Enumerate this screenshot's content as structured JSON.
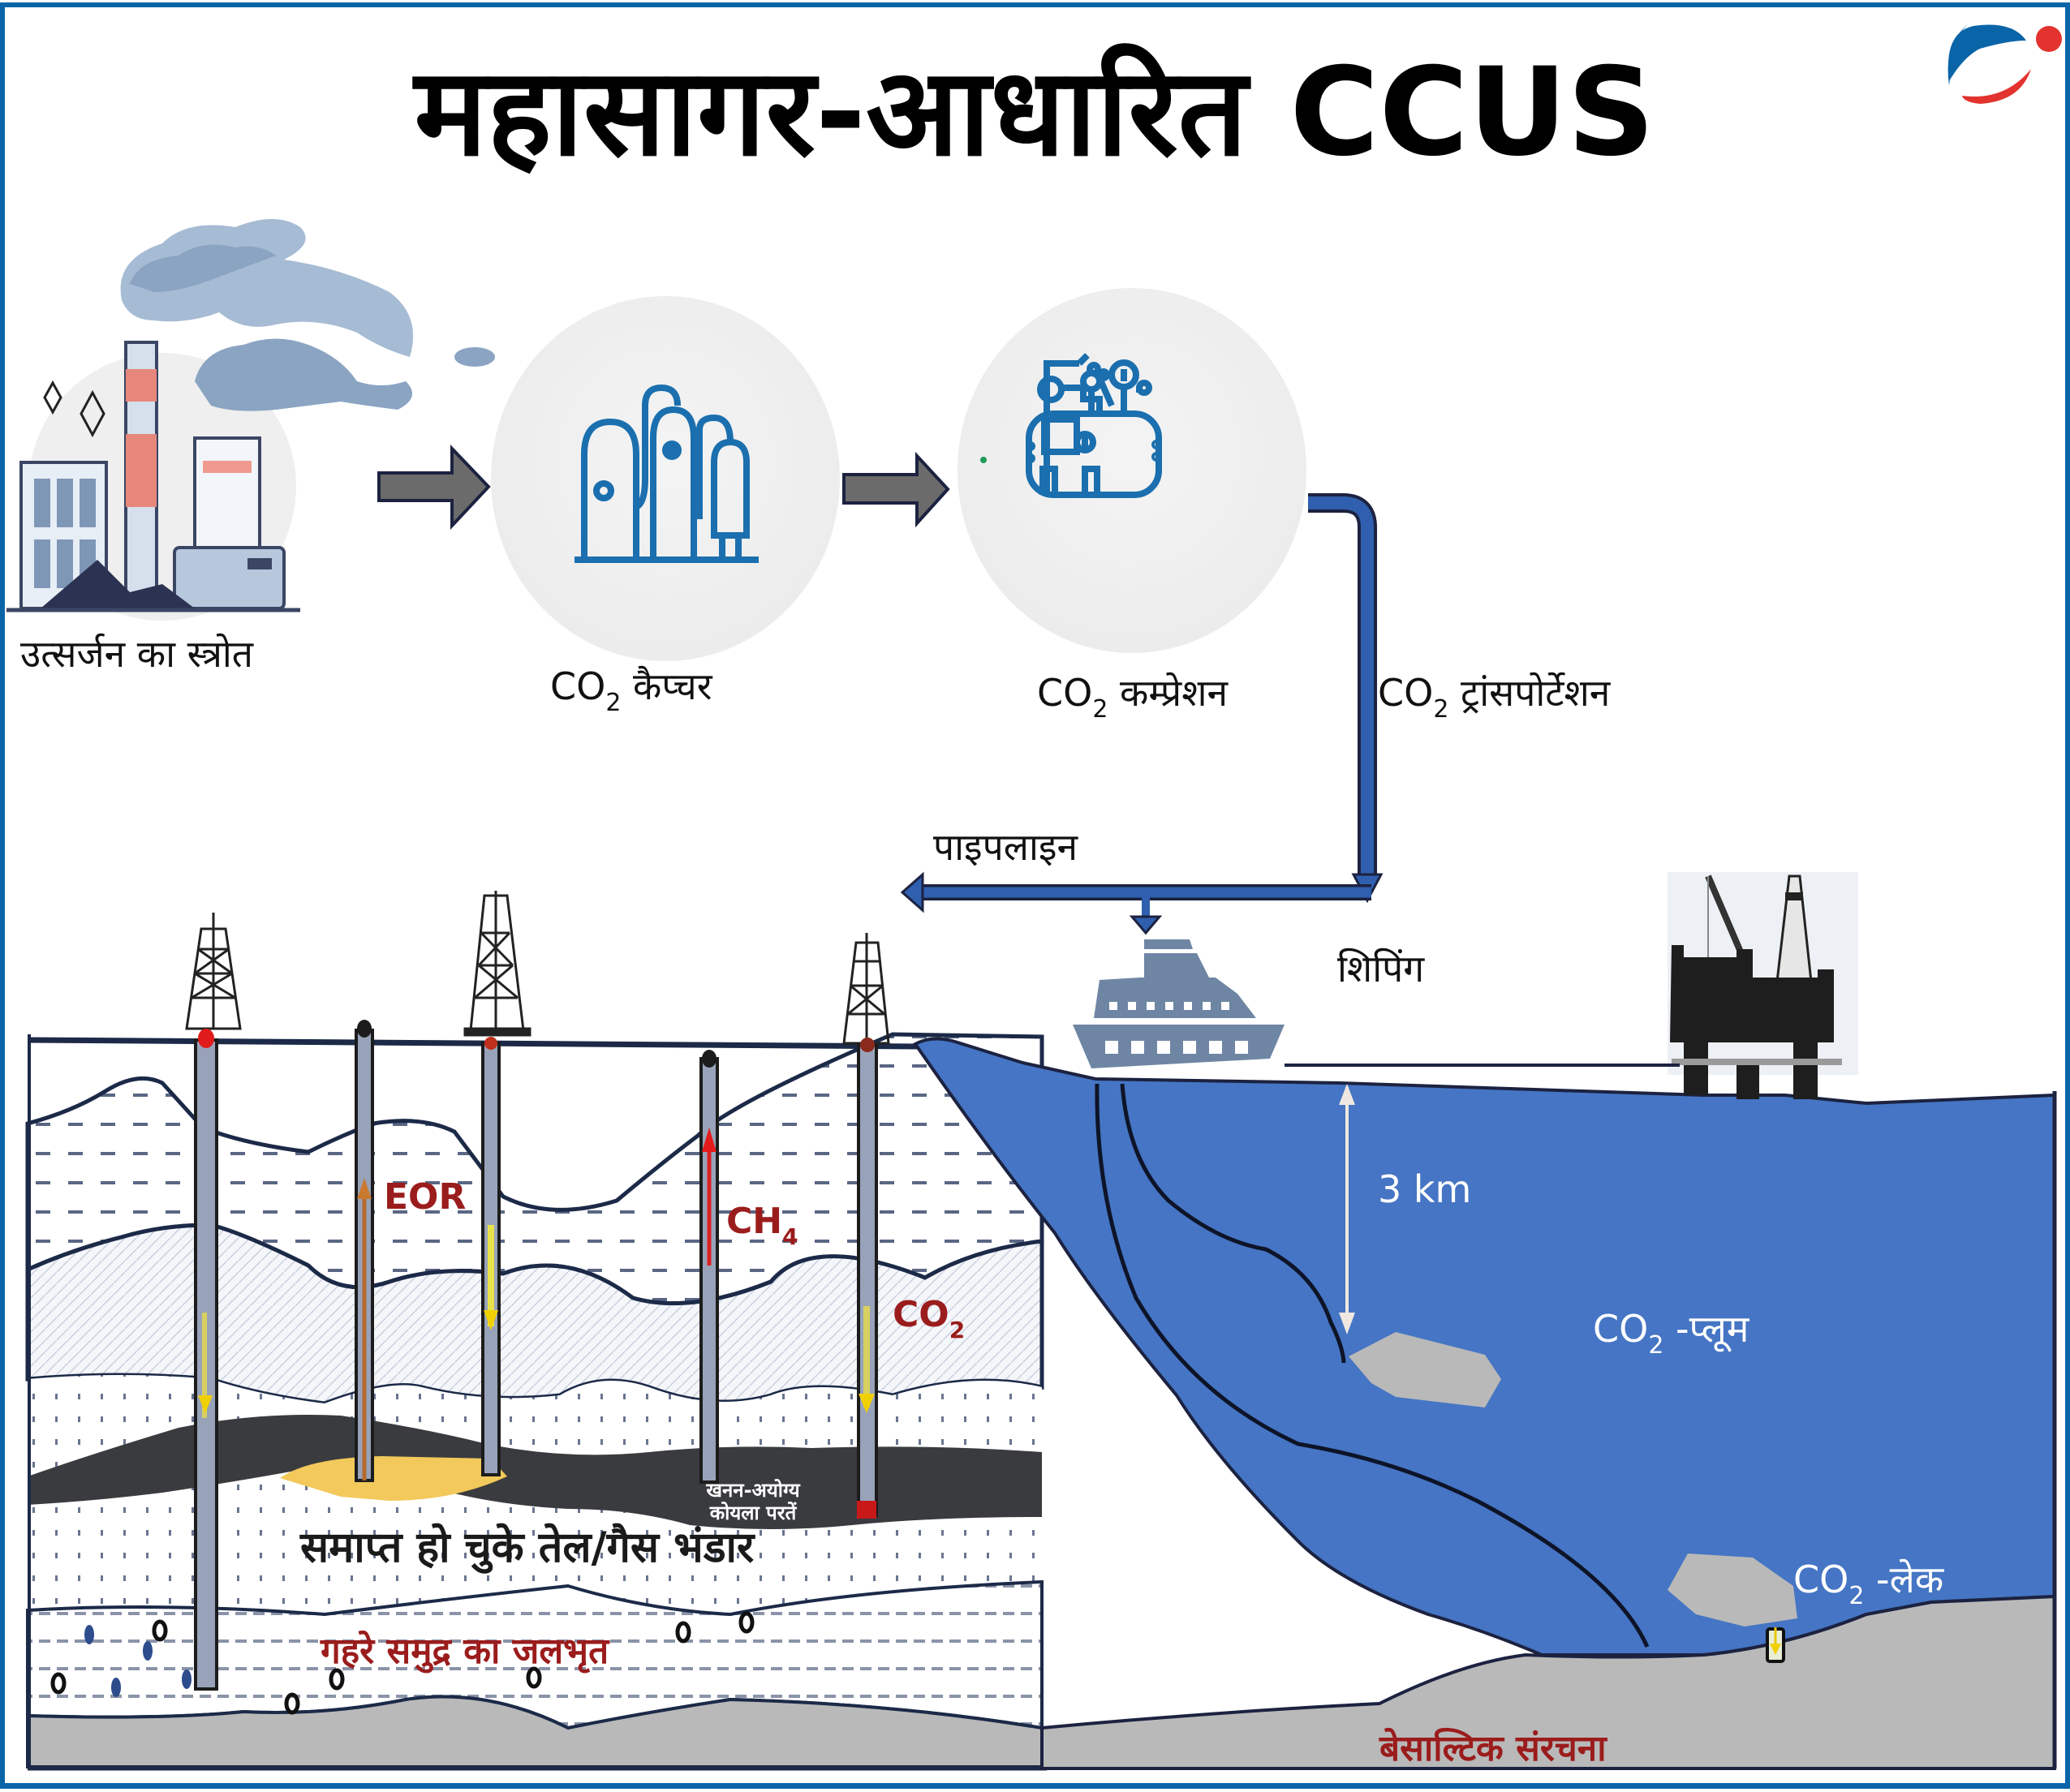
{
  "title": "महासागर-आधारित CCUS",
  "colors": {
    "frame_blue": "#0a64a8",
    "ocean_blue": "#4575c4",
    "pipe_blue": "#2f5fae",
    "icon_blue": "#1b6fae",
    "arrow_gray": "#6b6b6b",
    "ship_gray": "#6e86a3",
    "label_red": "#9b1c1c",
    "coal_dark": "#3a3b3f",
    "oil_yellow": "#f2c95a",
    "basalt_gray": "#b9b9b9",
    "logo_blue": "#0a64a8",
    "logo_red": "#e2332e"
  },
  "flow": {
    "source": {
      "label": "उत्सर्जन का स्त्रोत",
      "icon": "factory-icon"
    },
    "capture": {
      "label_prefix": "CO",
      "label_sub": "2",
      "label_suffix": " कैप्चर",
      "icon": "capture-tanks-icon"
    },
    "compression": {
      "label_prefix": "CO",
      "label_sub": "2",
      "label_suffix": " कम्प्रेशन",
      "icon": "compressor-icon"
    },
    "transportation": {
      "label_prefix": "CO",
      "label_sub": "2",
      "label_suffix": " ट्रांसपोर्टेशन"
    }
  },
  "transport": {
    "pipeline_label": "पाइपलाइन",
    "shipping_label": "शिपिंग"
  },
  "ocean": {
    "depth_label": "3 km",
    "plume_prefix": "CO",
    "plume_sub": "2",
    "plume_suffix": " -प्लूम",
    "lake_prefix": "CO",
    "lake_sub": "2",
    "lake_suffix": " -लेक",
    "basalt_label": "बेसाल्टिक संरचना"
  },
  "geology": {
    "eor_label": "EOR",
    "ch4_prefix": "CH",
    "ch4_sub": "4",
    "co2_prefix": "CO",
    "co2_sub": "2",
    "coal_line1": "खनन-अयोग्य",
    "coal_line2": "कोयला परतें",
    "depleted_label": "समाप्त हो चुके तेल/गैस भंडार",
    "aquifer_label": "गहरे समुद्र का जलभृत"
  }
}
